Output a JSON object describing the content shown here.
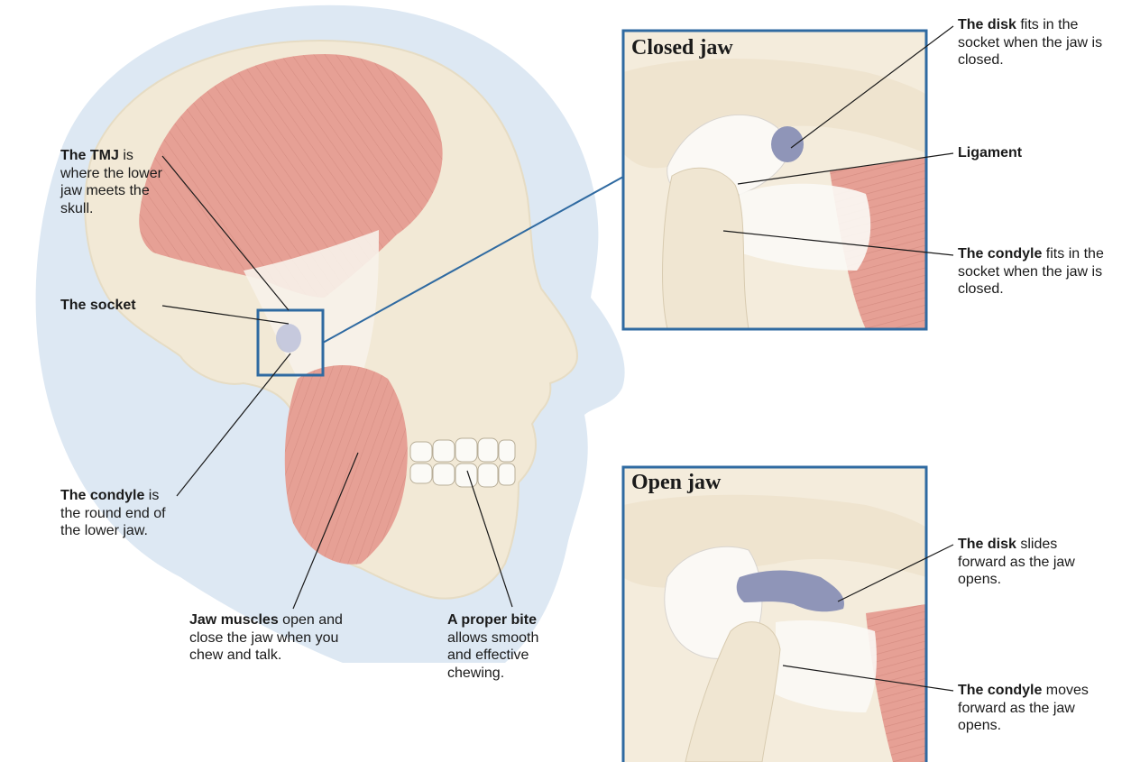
{
  "head_labels": {
    "tmj": {
      "bold": "The TMJ",
      "rest": " is where the lower jaw meets the skull."
    },
    "socket": {
      "bold": "The socket",
      "rest": ""
    },
    "condyle": {
      "bold": "The condyle",
      "rest": " is the round end of the lower jaw."
    },
    "muscles": {
      "bold": "Jaw muscles",
      "rest": " open and close the jaw when you chew and talk."
    },
    "bite": {
      "bold": "A proper bite",
      "rest": " allows smooth and effective chewing."
    }
  },
  "closed_panel": {
    "title": "Closed jaw",
    "disk": {
      "bold": "The disk",
      "rest": " fits in the socket when the jaw is closed."
    },
    "ligament": {
      "bold": "Ligament",
      "rest": ""
    },
    "condyle": {
      "bold": "The condyle",
      "rest": " fits in the socket when the jaw is closed."
    }
  },
  "open_panel": {
    "title": "Open jaw",
    "disk": {
      "bold": "The disk",
      "rest": " slides forward as the jaw opens."
    },
    "condyle": {
      "bold": "The condyle",
      "rest": " moves forward as the jaw opens."
    }
  },
  "colors": {
    "frame": "#2f6aa1",
    "muscle": "#e6a095",
    "bone": "#f2e9d6",
    "halo": "#dde8f3",
    "disk": "#8f95b8"
  }
}
